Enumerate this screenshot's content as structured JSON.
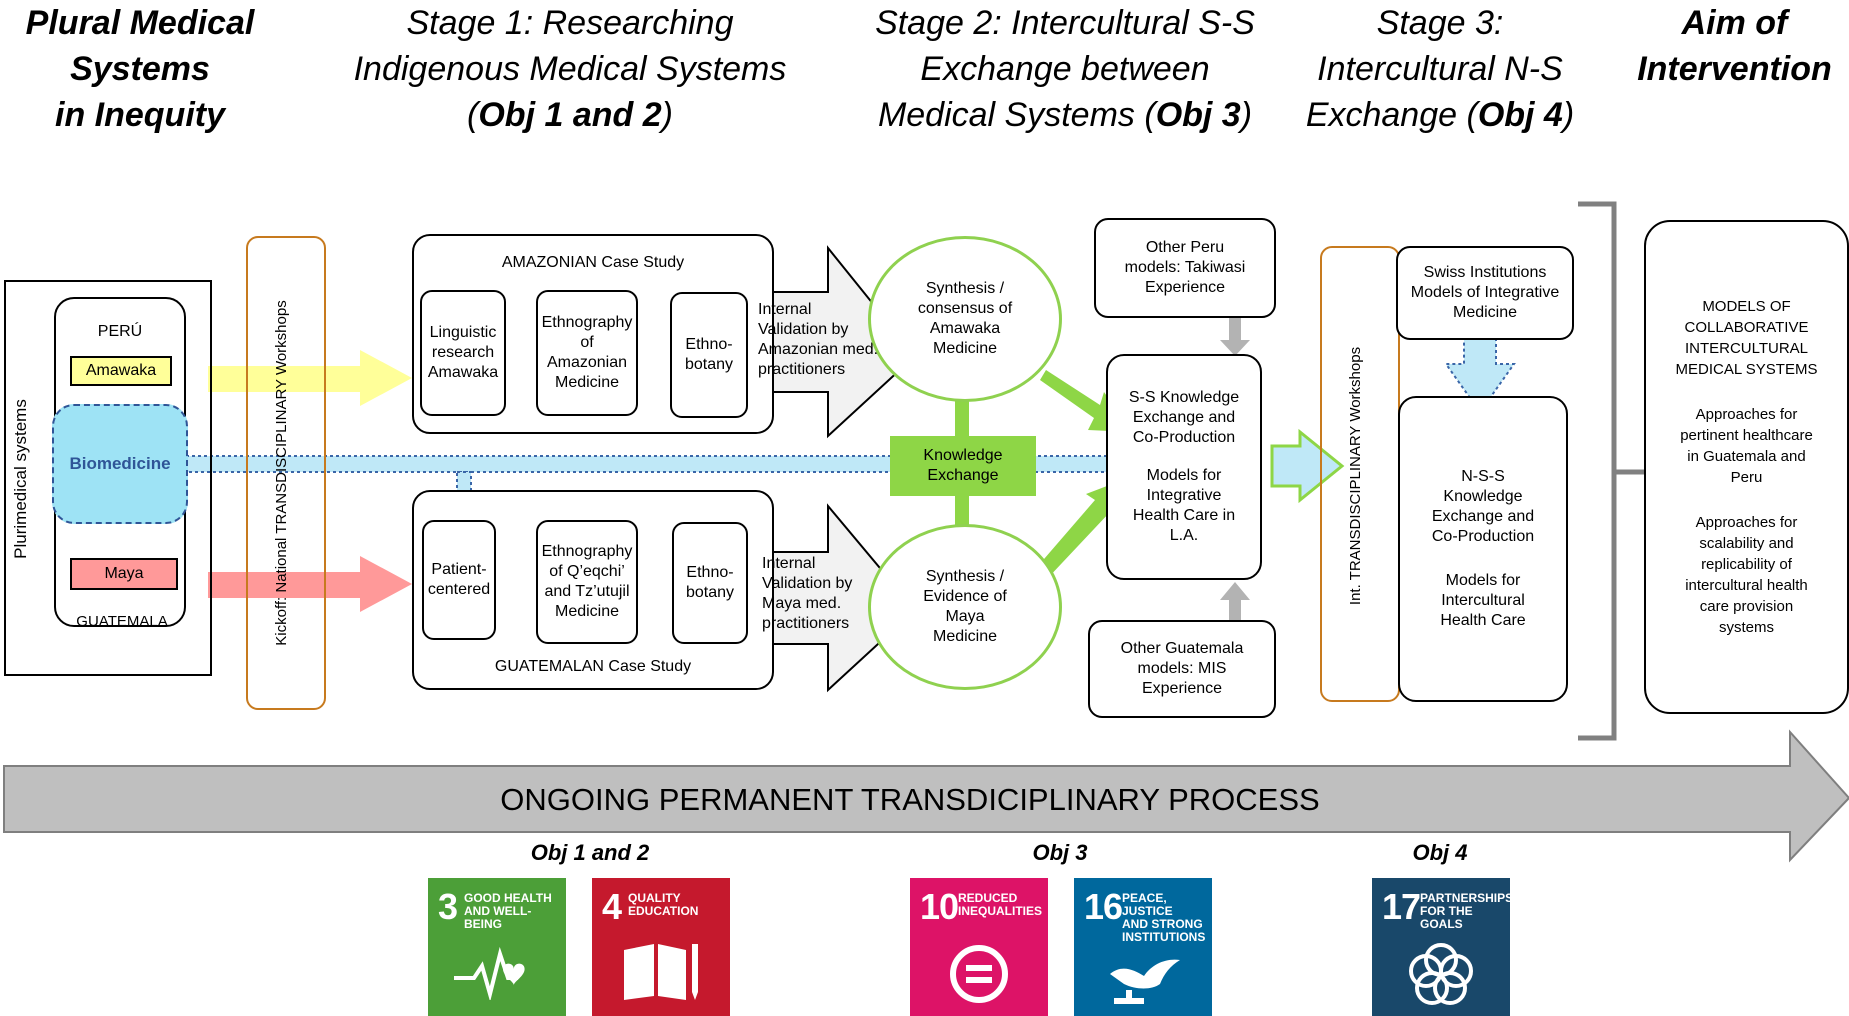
{
  "headers": {
    "plural": {
      "l1": "Plural Medical",
      "l2": "Systems",
      "l3": "in Inequity"
    },
    "stage1": {
      "l1": "Stage 1: Researching",
      "l2": "Indigenous Medical Systems",
      "l3_pre": "(",
      "l3_bold": "Obj 1 and 2",
      "l3_post": ")"
    },
    "stage2": {
      "l1": "Stage 2: Intercultural S-S",
      "l2": "Exchange between",
      "l3_pre": "Medical Systems (",
      "l3_bold": "Obj 3",
      "l3_post": ")"
    },
    "stage3": {
      "l1": "Stage 3:",
      "l2": "Intercultural N-S",
      "l3_pre": "Exchange (",
      "l3_bold": "Obj 4",
      "l3_post": ")"
    },
    "aim": {
      "l1": "Aim of",
      "l2": "Intervention"
    }
  },
  "plural_systems": {
    "vertical_label": "Plurimedical systems",
    "peru": "PERÚ",
    "amawaka": "Amawaka",
    "biomedicine": "Biomedicine",
    "maya": "Maya",
    "guatemala": "GUATEMALA"
  },
  "kickoff_label": "Kickoff: National  TRANSDISCIPLINARY  Workshops",
  "amazonian": {
    "title": "AMAZONIAN Case Study",
    "linguistic": [
      "Linguistic",
      "research",
      "Amawaka"
    ],
    "ethnography": [
      "Ethnography",
      "of",
      "Amazonian",
      "Medicine"
    ],
    "ethnobotany": [
      "Ethno-",
      "botany"
    ],
    "validation": [
      "Internal",
      "Validation by",
      "Amazonian med.",
      "practitioners"
    ],
    "synthesis": [
      "Synthesis /",
      "consensus of",
      "Amawaka",
      "Medicine"
    ]
  },
  "guatemalan": {
    "title": "GUATEMALAN Case Study",
    "patient": [
      "Patient-",
      "centered"
    ],
    "ethnography": [
      "Ethnography",
      "of Q’eqchi’",
      "and Tz’utujil",
      "Medicine"
    ],
    "ethnobotany": [
      "Ethno-",
      "botany"
    ],
    "validation": [
      "Internal",
      "Validation by",
      "Maya med.",
      "practitioners"
    ],
    "synthesis": [
      "Synthesis /",
      "Evidence of",
      "Maya",
      "Medicine"
    ]
  },
  "knowledge_exchange": [
    "Knowledge",
    "Exchange"
  ],
  "other_peru": [
    "Other Peru",
    "models: Takiwasi",
    "Experience"
  ],
  "other_guatemala": [
    "Other Guatemala",
    "models: MIS",
    "Experience"
  ],
  "ss_exchange": [
    "S-S Knowledge",
    "Exchange and",
    "Co-Production",
    "",
    "Models for",
    "Integrative",
    "Health Care in",
    "L.A."
  ],
  "int_workshops_label": "Int.  TRANSDISCIPLINARY  Workshops",
  "swiss": [
    "Swiss Institutions",
    "Models of Integrative",
    "Medicine"
  ],
  "nss": [
    "N-S-S",
    "Knowledge",
    "Exchange and",
    "Co-Production",
    "",
    "Models for",
    "Intercultural",
    "Health Care"
  ],
  "aim_box": [
    "MODELS OF",
    "COLLABORATIVE",
    "INTERCULTURAL",
    "MEDICAL SYSTEMS",
    "",
    "Approaches  for",
    "pertinent healthcare",
    "in Guatemala and",
    "Peru",
    "",
    "Approaches for",
    "scalability and",
    "replicability of",
    "intercultural health",
    "care provision",
    "systems"
  ],
  "ongoing": "ONGOING PERMANENT TRANSDICIPLINARY PROCESS",
  "obj_labels": {
    "o12": "Obj 1 and 2",
    "o3": "Obj 3",
    "o4": "Obj 4"
  },
  "sdgs": [
    {
      "number": "3",
      "label": [
        "GOOD HEALTH",
        "AND WELL-BEING"
      ],
      "color": "#4C9F38",
      "icon": "heartbeat-icon"
    },
    {
      "number": "4",
      "label": [
        "QUALITY",
        "EDUCATION"
      ],
      "color": "#C5192D",
      "icon": "book-icon"
    },
    {
      "number": "10",
      "label": [
        "REDUCED",
        "INEQUALITIES"
      ],
      "color": "#DD1367",
      "icon": "equals-circle-icon"
    },
    {
      "number": "16",
      "label": [
        "PEACE, JUSTICE",
        "AND STRONG",
        "INSTITUTIONS"
      ],
      "color": "#00689D",
      "icon": "dove-gavel-icon"
    },
    {
      "number": "17",
      "label": [
        "PARTNERSHIPS",
        "FOR THE GOALS"
      ],
      "color": "#19486A",
      "icon": "rings-icon"
    }
  ],
  "colors": {
    "amawaka_fill": "#ffff99",
    "maya_fill": "#ff9999",
    "biomedicine_fill": "#9ee3f5",
    "knowledge_fill": "#8ed646",
    "green_stroke": "#8fd14f",
    "workshop_border": "#c77a1e",
    "grey_arrow": "#b3b3b3"
  }
}
